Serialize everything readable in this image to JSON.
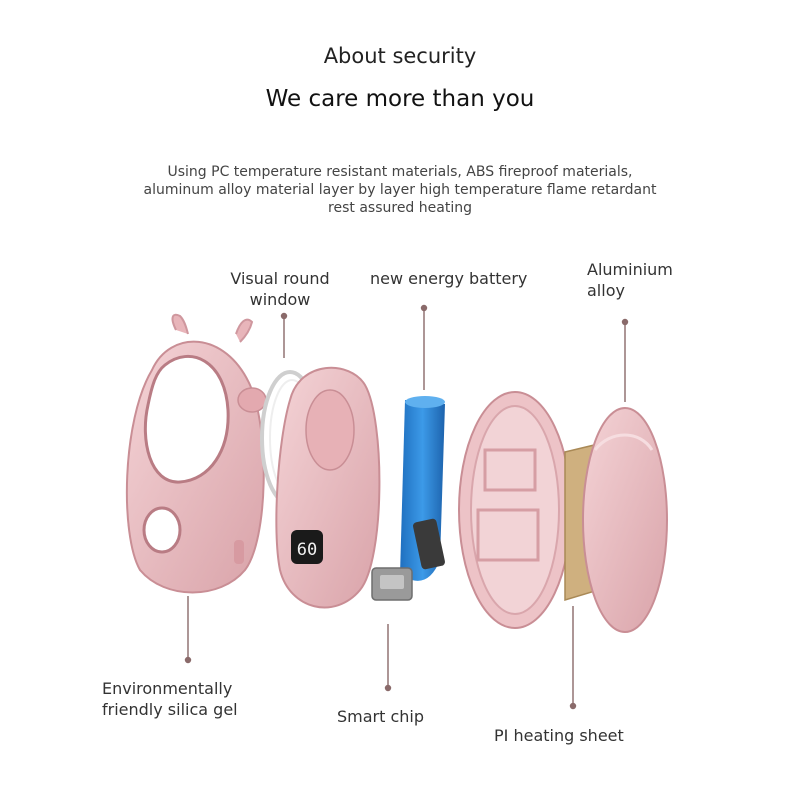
{
  "header": {
    "title": "About security",
    "subtitle": "We care more than you"
  },
  "description": {
    "lines": [
      "Using PC temperature resistant materials, ABS fireproof materials,",
      "aluminum alloy material layer by layer high temperature flame retardant",
      "rest assured heating"
    ]
  },
  "labels": {
    "visual_window": [
      "Visual round",
      "window"
    ],
    "battery": "new energy battery",
    "aluminium": [
      "Aluminium",
      "alloy"
    ],
    "silica": [
      "Environmentally",
      "friendly silica gel"
    ],
    "chip": "Smart chip",
    "heating_sheet": "PI heating sheet"
  },
  "display": {
    "value": "60"
  },
  "colors": {
    "pink": "#eab8bd",
    "pink_dark": "#c98e95",
    "battery_blue": "#2e86d6",
    "heating_sheet": "#cfb07f",
    "callout_line": "#8a6a6a"
  }
}
